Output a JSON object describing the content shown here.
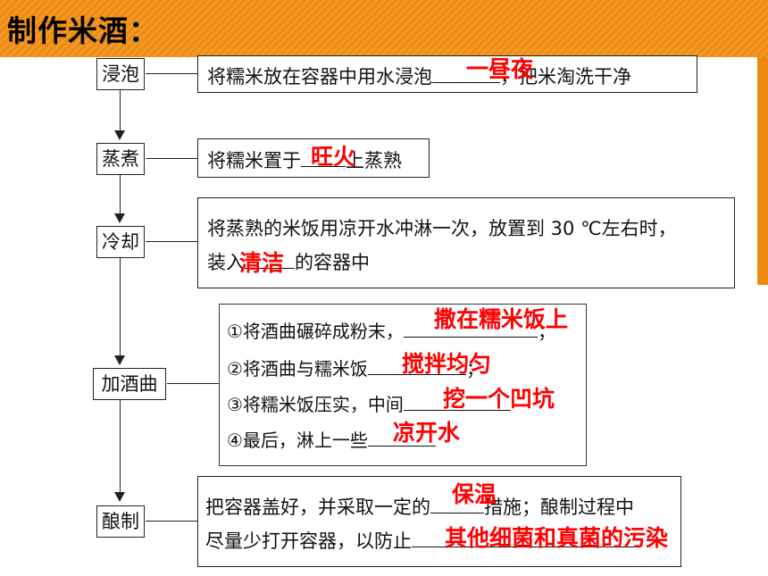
{
  "title": "制作米酒：",
  "stages": {
    "soak": "浸泡",
    "steam": "蒸煮",
    "cool": "冷却",
    "yeast": "加酒曲",
    "brew": "酿制"
  },
  "steps": {
    "soak": {
      "pre": "将糯米放在容器中用水浸泡",
      "post": "，把米淘洗干净",
      "answer": "一昼夜"
    },
    "steam": {
      "pre": "将糯米置于",
      "post": "上蒸熟",
      "answer": "旺火"
    },
    "cool": {
      "line1": "将蒸熟的米饭用凉开水冲淋一次，放置到 30 ℃左右时，",
      "line2_pre": "装入",
      "line2_post": "的容器中",
      "answer": "清洁"
    },
    "yeast": {
      "items": [
        {
          "text": "①将酒曲碾碎成粉末，",
          "end": "；",
          "answer": "撒在糯米饭上"
        },
        {
          "text": "②将酒曲与糯米饭",
          "end": "；",
          "answer": "搅拌均匀"
        },
        {
          "text": "③将糯米饭压实，中间",
          "end": "",
          "answer": "挖一个凹坑"
        },
        {
          "text": "④最后，淋上一些",
          "end": "",
          "answer": "凉开水"
        }
      ]
    },
    "brew": {
      "line1_pre": "把容器盖好，并采取一定的",
      "line1_post": "措施；酿制过程中",
      "line2_pre": "尽量少打开容器，以防止",
      "answer1": "保温",
      "answer2": "其他细菌和真菌的污染"
    }
  },
  "colors": {
    "header": "#ee8a12",
    "answer": "#ff0000"
  }
}
